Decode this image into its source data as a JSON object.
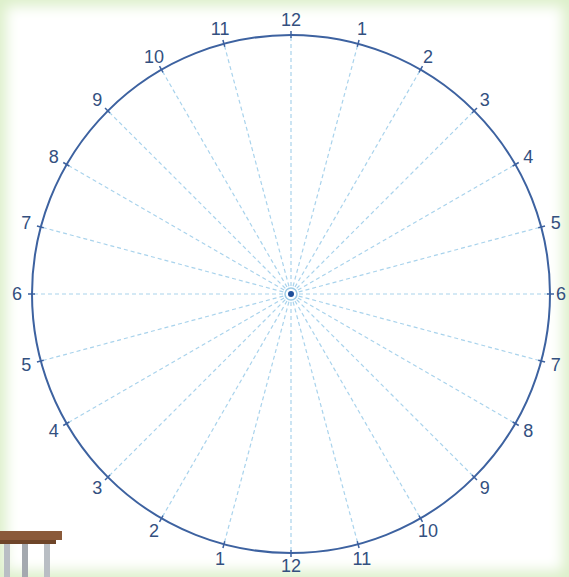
{
  "diagram": {
    "labels": [
      "12",
      "1",
      "2",
      "3",
      "4",
      "5",
      "6",
      "7",
      "8",
      "9",
      "10",
      "11",
      "12",
      "1",
      "2",
      "3",
      "4",
      "5",
      "6",
      "7",
      "8",
      "9",
      "10",
      "11"
    ]
  }
}
